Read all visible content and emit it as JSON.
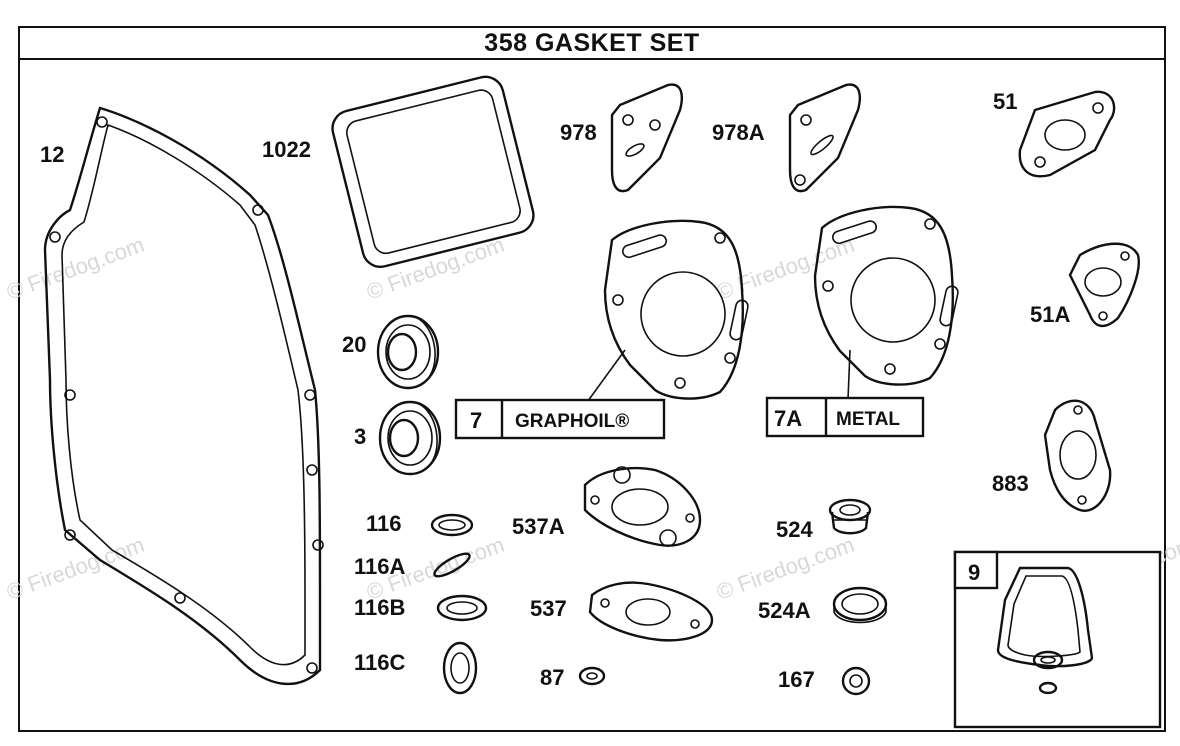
{
  "title": "358 GASKET SET",
  "watermark": "© Firedog.com",
  "parts": {
    "p12": "12",
    "p1022": "1022",
    "p978": "978",
    "p978A": "978A",
    "p51": "51",
    "p51A": "51A",
    "p20": "20",
    "p3": "3",
    "p883": "883",
    "p116": "116",
    "p116A": "116A",
    "p116B": "116B",
    "p116C": "116C",
    "p537A": "537A",
    "p537": "537",
    "p87": "87",
    "p524": "524",
    "p524A": "524A",
    "p167": "167",
    "p7": "7",
    "p7_desc": "GRAPHOIL®",
    "p7A": "7A",
    "p7A_desc": "METAL",
    "p9": "9"
  }
}
